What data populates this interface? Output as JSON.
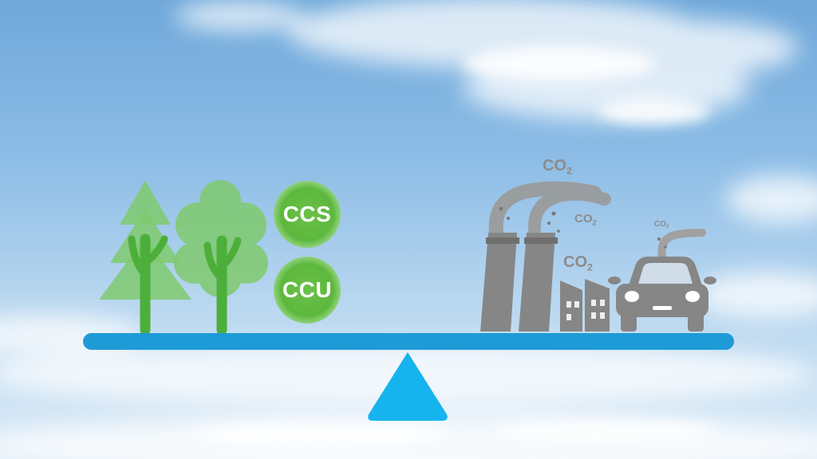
{
  "badges": {
    "ccs": "CCS",
    "ccu": "CCU"
  },
  "emissions": {
    "label_main": "CO",
    "label_sub": "2"
  },
  "colors": {
    "sky_top": "#6fa8da",
    "sky_bottom": "#dcebf7",
    "green_light": "#7fca6e",
    "green_dark": "#4caf3a",
    "gray": "#8a8a8a",
    "beam": "#1e9bd7",
    "fulcrum": "#16b4ee"
  }
}
